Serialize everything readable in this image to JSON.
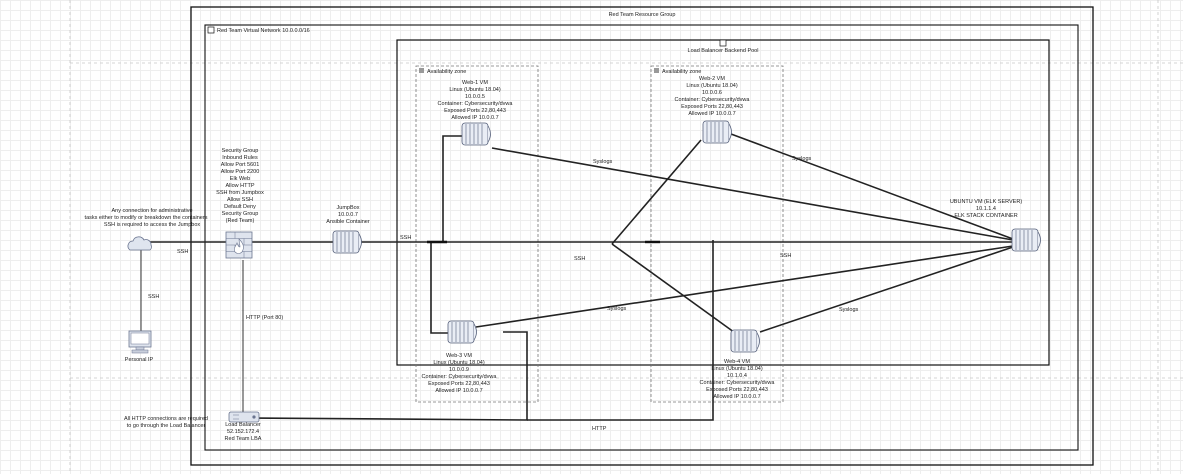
{
  "resource_group": "Red Team Resource Group",
  "vnet": "Red Team Virtual Network 10.0.0.0/16",
  "pool": "Load Balancer Backend Pool",
  "zone_label": "Availability zone",
  "admin_note": [
    "Any connection for administrative",
    "tasks either to modify or breakdown the containers",
    "SSH is required to access the Jumpbox"
  ],
  "security_group": [
    "Security Group",
    "Inbound Rules",
    "Allow Port 5601",
    "Allow Port 2200",
    "Elk Web",
    "Allow HTTP",
    "SSH from Jumpbox",
    "Allow SSH",
    "Default Deny",
    "Security Group",
    "(Red Team)"
  ],
  "jumpbox": [
    "JumpBox",
    "10.0.0.7",
    "Ansible Container"
  ],
  "web1": [
    "Web-1 VM",
    "Linux (Ubuntu 18.04)",
    "10.0.0.5",
    "Container: Cybersecurity/dvwa",
    "Exposed Ports 22,80,443",
    "Allowed IP 10.0.0.7"
  ],
  "web2": [
    "Web-2 VM",
    "Linux (Ubuntu 18.04)",
    "10.0.0.6",
    "Container: Cybersecurity/dvwa",
    "Exposed Ports 22,80,443",
    "Allowed IP 10.0.0.7"
  ],
  "web3": [
    "Web-3 VM",
    "Linux (Ubuntu 18.04)",
    "10.0.0.9",
    "Container: Cybersecurity/dvwa",
    "Exposed Ports 22,80,443",
    "Allowed IP 10.0.0.7"
  ],
  "web4": [
    "Web-4 VM",
    "Linux (Ubuntu 18.04)",
    "10.1.0.4",
    "Container: Cybersecurity/dvwa",
    "Exposed Ports 22,80,443",
    "Allowed IP 10.0.0.7"
  ],
  "elk": [
    "UBUNTU VM (ELK SERVER)",
    "10.1.1.4",
    "ELK STACK CONTAINER"
  ],
  "personal_ip": "Personal IP",
  "lb_note": [
    "All HTTP connections are required",
    "to go through the Load Balancer"
  ],
  "load_balancer": [
    "Load Balancer",
    "52.152.172.4",
    "Red Team LBA"
  ],
  "edges": {
    "ssh": "SSH",
    "http_port": "HTTP (Port 80)",
    "http": "HTTP",
    "syslogs": "Syslogs"
  }
}
